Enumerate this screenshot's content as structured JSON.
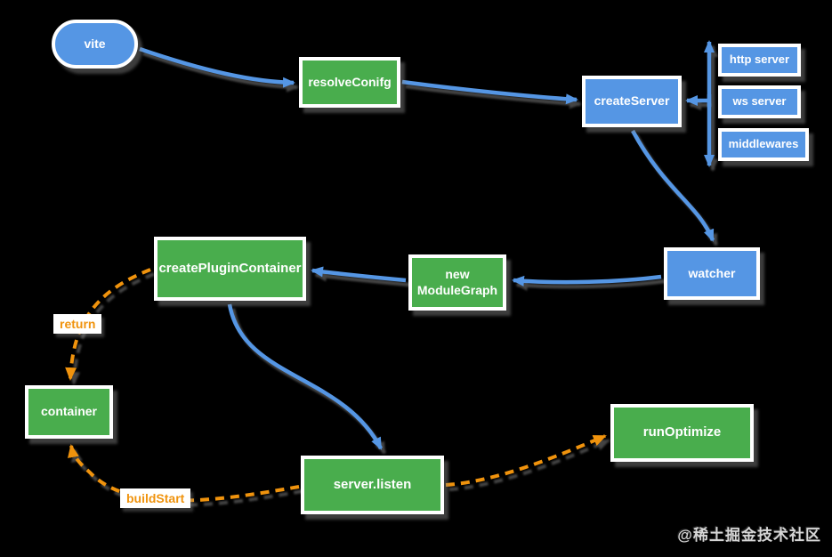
{
  "colors": {
    "background": "#000000",
    "node_blue": "#5596e4",
    "node_green": "#49ad4d",
    "node_text": "#ffffff",
    "edge_blue": "#5596e4",
    "edge_orange": "#f0930d"
  },
  "diagram": {
    "nodes": {
      "vite": {
        "label": "vite"
      },
      "resolve_config": {
        "label": "resolveConifg"
      },
      "create_server": {
        "label": "createServer"
      },
      "http_server": {
        "label": "http server"
      },
      "ws_server": {
        "label": "ws server"
      },
      "middlewares": {
        "label": "middlewares"
      },
      "watcher": {
        "label": "watcher"
      },
      "new_module_graph": {
        "label": "new\nModuleGraph"
      },
      "create_plugin_container": {
        "label": "createPluginContainer"
      },
      "container": {
        "label": "container"
      },
      "server_listen": {
        "label": "server.listen"
      },
      "run_optimize": {
        "label": "runOptimize"
      }
    },
    "edges": [
      {
        "from": "vite",
        "to": "resolveConifg",
        "style": "solid",
        "color": "blue"
      },
      {
        "from": "resolveConifg",
        "to": "createServer",
        "style": "solid",
        "color": "blue"
      },
      {
        "from": "createServer",
        "to": "http server / ws server / middlewares",
        "style": "solid",
        "color": "blue"
      },
      {
        "from": "createServer",
        "to": "watcher",
        "style": "solid",
        "color": "blue"
      },
      {
        "from": "watcher",
        "to": "new ModuleGraph",
        "style": "solid",
        "color": "blue"
      },
      {
        "from": "new ModuleGraph",
        "to": "createPluginContainer",
        "style": "solid",
        "color": "blue"
      },
      {
        "from": "createPluginContainer",
        "to": "server.listen",
        "style": "solid",
        "color": "blue"
      },
      {
        "from": "createPluginContainer",
        "to": "container",
        "style": "dashed",
        "color": "orange",
        "label": "return"
      },
      {
        "from": "server.listen",
        "to": "container",
        "style": "dashed",
        "color": "orange",
        "label": "buildStart"
      },
      {
        "from": "server.listen",
        "to": "runOptimize",
        "style": "dashed",
        "color": "orange"
      }
    ],
    "edge_labels": {
      "return": "return",
      "build_start": "buildStart"
    },
    "watermark": "@稀土掘金技术社区"
  }
}
